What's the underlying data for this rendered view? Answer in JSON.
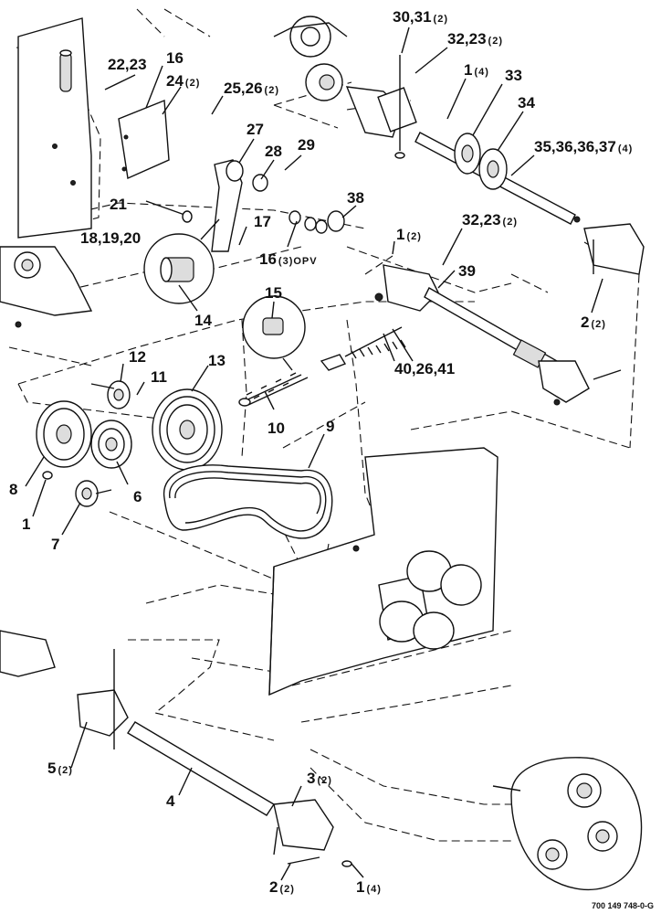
{
  "callouts": [
    {
      "id": "c-30-31",
      "text": "30,31",
      "qty": "(2)"
    },
    {
      "id": "c-32-23-top",
      "text": "32,23",
      "qty": "(2)"
    },
    {
      "id": "c-22-23",
      "text": "22,23",
      "qty": ""
    },
    {
      "id": "c-16-top",
      "text": "16",
      "qty": ""
    },
    {
      "id": "c-24",
      "text": "24",
      "qty": "(2)"
    },
    {
      "id": "c-25-26",
      "text": "25,26",
      "qty": "(2)"
    },
    {
      "id": "c-1-top",
      "text": "1",
      "qty": "(4)"
    },
    {
      "id": "c-33",
      "text": "33",
      "qty": ""
    },
    {
      "id": "c-34",
      "text": "34",
      "qty": ""
    },
    {
      "id": "c-27",
      "text": "27",
      "qty": ""
    },
    {
      "id": "c-28",
      "text": "28",
      "qty": ""
    },
    {
      "id": "c-29",
      "text": "29",
      "qty": ""
    },
    {
      "id": "c-35-37",
      "text": "35,36,36,37",
      "qty": "(4)"
    },
    {
      "id": "c-21",
      "text": "21",
      "qty": ""
    },
    {
      "id": "c-38",
      "text": "38",
      "qty": ""
    },
    {
      "id": "c-18-20",
      "text": "18,19,20",
      "qty": ""
    },
    {
      "id": "c-17",
      "text": "17",
      "qty": ""
    },
    {
      "id": "c-1-mid",
      "text": "1",
      "qty": "(2)"
    },
    {
      "id": "c-32-23-mid",
      "text": "32,23",
      "qty": "(2)"
    },
    {
      "id": "c-16-mid",
      "text": "16",
      "qty": "(3)OPV"
    },
    {
      "id": "c-39",
      "text": "39",
      "qty": ""
    },
    {
      "id": "c-2-mid",
      "text": "2",
      "qty": "(2)"
    },
    {
      "id": "c-14",
      "text": "14",
      "qty": ""
    },
    {
      "id": "c-15",
      "text": "15",
      "qty": ""
    },
    {
      "id": "c-12",
      "text": "12",
      "qty": ""
    },
    {
      "id": "c-13",
      "text": "13",
      "qty": ""
    },
    {
      "id": "c-40-26-41",
      "text": "40,26,41",
      "qty": ""
    },
    {
      "id": "c-11",
      "text": "11",
      "qty": ""
    },
    {
      "id": "c-10",
      "text": "10",
      "qty": ""
    },
    {
      "id": "c-9",
      "text": "9",
      "qty": ""
    },
    {
      "id": "c-8",
      "text": "8",
      "qty": ""
    },
    {
      "id": "c-6",
      "text": "6",
      "qty": ""
    },
    {
      "id": "c-1-left",
      "text": "1",
      "qty": ""
    },
    {
      "id": "c-7",
      "text": "7",
      "qty": ""
    },
    {
      "id": "c-5",
      "text": "5",
      "qty": "(2)"
    },
    {
      "id": "c-3",
      "text": "3",
      "qty": "(2)"
    },
    {
      "id": "c-4",
      "text": "4",
      "qty": ""
    },
    {
      "id": "c-2-bot",
      "text": "2",
      "qty": "(2)"
    },
    {
      "id": "c-1-bot",
      "text": "1",
      "qty": "(4)"
    }
  ],
  "drawing_number": "700 149 748-0-G"
}
